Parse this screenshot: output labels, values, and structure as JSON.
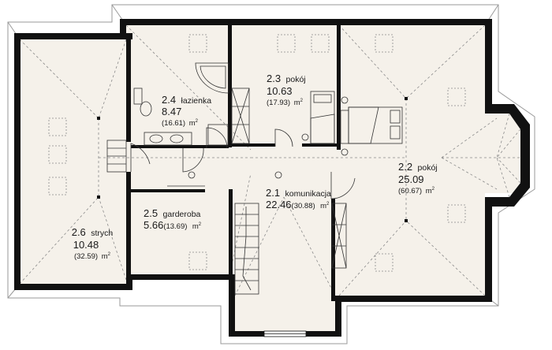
{
  "colors": {
    "wall": "#111111",
    "floor": "#f5f1ea",
    "roof_line": "#9a9a9a",
    "outside": "#ffffff",
    "furniture": "#555555"
  },
  "rooms": [
    {
      "id": "strych",
      "number": "2.6",
      "name": "strych",
      "net_area": "10.48",
      "gross_area": "(32.59)",
      "unit": "m",
      "unit_sup": "2"
    },
    {
      "id": "lazienka",
      "number": "2.4",
      "name": "łazienka",
      "net_area": "8.47",
      "gross_area": "(16.61)",
      "unit": "m",
      "unit_sup": "2"
    },
    {
      "id": "pokoj-23",
      "number": "2.3",
      "name": "pokój",
      "net_area": "10.63",
      "gross_area": "(17.93)",
      "unit": "m",
      "unit_sup": "2"
    },
    {
      "id": "pokoj-22",
      "number": "2.2",
      "name": "pokój",
      "net_area": "25.09",
      "gross_area": "(60.67)",
      "unit": "m",
      "unit_sup": "2"
    },
    {
      "id": "komunikacja",
      "number": "2.1",
      "name": "komunikacja",
      "net_area": "22.46",
      "gross_area": "(30.88)",
      "unit": "m",
      "unit_sup": "2"
    },
    {
      "id": "garderoba",
      "number": "2.5",
      "name": "garderoba",
      "net_area": "5.66",
      "gross_area": "(13.69)",
      "unit": "m",
      "unit_sup": "2"
    }
  ]
}
